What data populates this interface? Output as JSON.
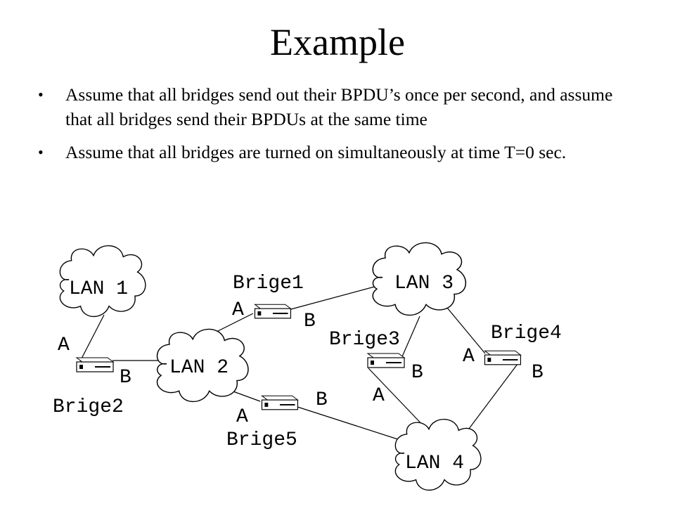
{
  "slide": {
    "title": "Example",
    "bullets": [
      "Assume that all bridges send out their BPDU’s once per second, and assume that all bridges send their BPDUs at the same time",
      "Assume that all bridges are turned on simultaneously at time T=0 sec."
    ],
    "bullet_symbol": "•"
  },
  "diagram": {
    "lans": [
      "LAN 1",
      "LAN 2",
      "LAN 3",
      "LAN 4"
    ],
    "bridges": [
      "Brige1",
      "Brige2",
      "Brige3",
      "Brige4",
      "Brige5"
    ],
    "port_a": "A",
    "port_b": "B"
  }
}
